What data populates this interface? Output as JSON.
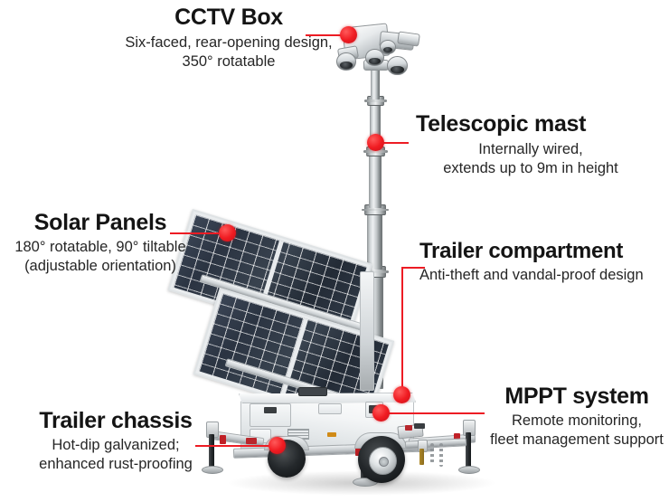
{
  "diagram": {
    "subject": "Mobile solar CCTV surveillance trailer",
    "accent_color": "#ed1c24",
    "title_color": "#141414",
    "background": "#ffffff"
  },
  "callouts": [
    {
      "id": "cctv-box",
      "title": "CCTV Box",
      "desc": "Six-faced, rear-opening design,\n350° rotatable"
    },
    {
      "id": "telescopic-mast",
      "title": "Telescopic mast",
      "desc": "Internally wired,\nextends up to 9m in height"
    },
    {
      "id": "solar-panels",
      "title": "Solar Panels",
      "desc": "180° rotatable, 90° tiltable\n(adjustable orientation)"
    },
    {
      "id": "trailer-compartment",
      "title": "Trailer compartment",
      "desc": "Anti-theft and vandal-proof design"
    },
    {
      "id": "mppt-system",
      "title": "MPPT system",
      "desc": "Remote monitoring,\nfleet management support"
    },
    {
      "id": "trailer-chassis",
      "title": "Trailer chassis",
      "desc": "Hot-dip galvanized;\nenhanced rust-proofing"
    }
  ],
  "icons": {
    "marker": "red-dot-marker",
    "leader": "leader-line"
  }
}
